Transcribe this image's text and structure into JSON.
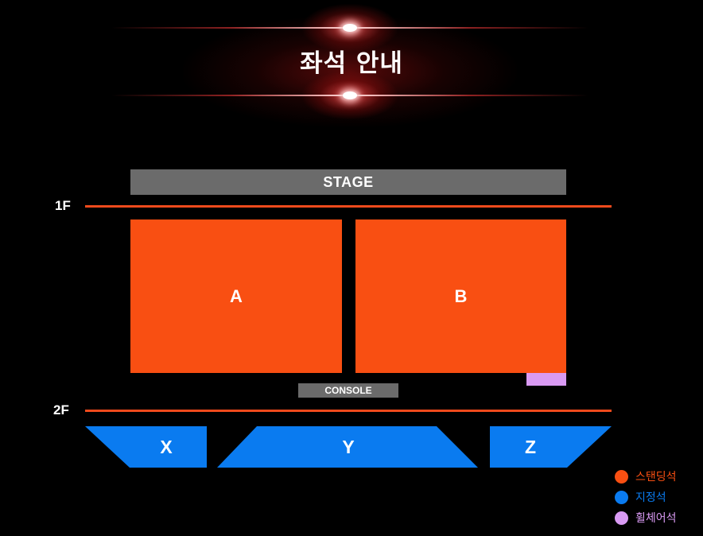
{
  "title": "좌석 안내",
  "stage": {
    "label": "STAGE"
  },
  "floors": {
    "first": "1F",
    "second": "2F"
  },
  "sections": {
    "a": "A",
    "b": "B",
    "x": "X",
    "y": "Y",
    "z": "Z"
  },
  "console": {
    "label": "CONSOLE"
  },
  "legend": {
    "items": [
      {
        "label": "스탠딩석",
        "color": "#f94f12"
      },
      {
        "label": "지정석",
        "color": "#0a7bf0"
      },
      {
        "label": "휠체어석",
        "color": "#d99af3"
      }
    ]
  },
  "colors": {
    "standing": "#f94f12",
    "reserved": "#0a7bf0",
    "wheelchair": "#d99af3",
    "floor_line": "#ef4a1c",
    "stage_gray": "#6b6b6b"
  }
}
